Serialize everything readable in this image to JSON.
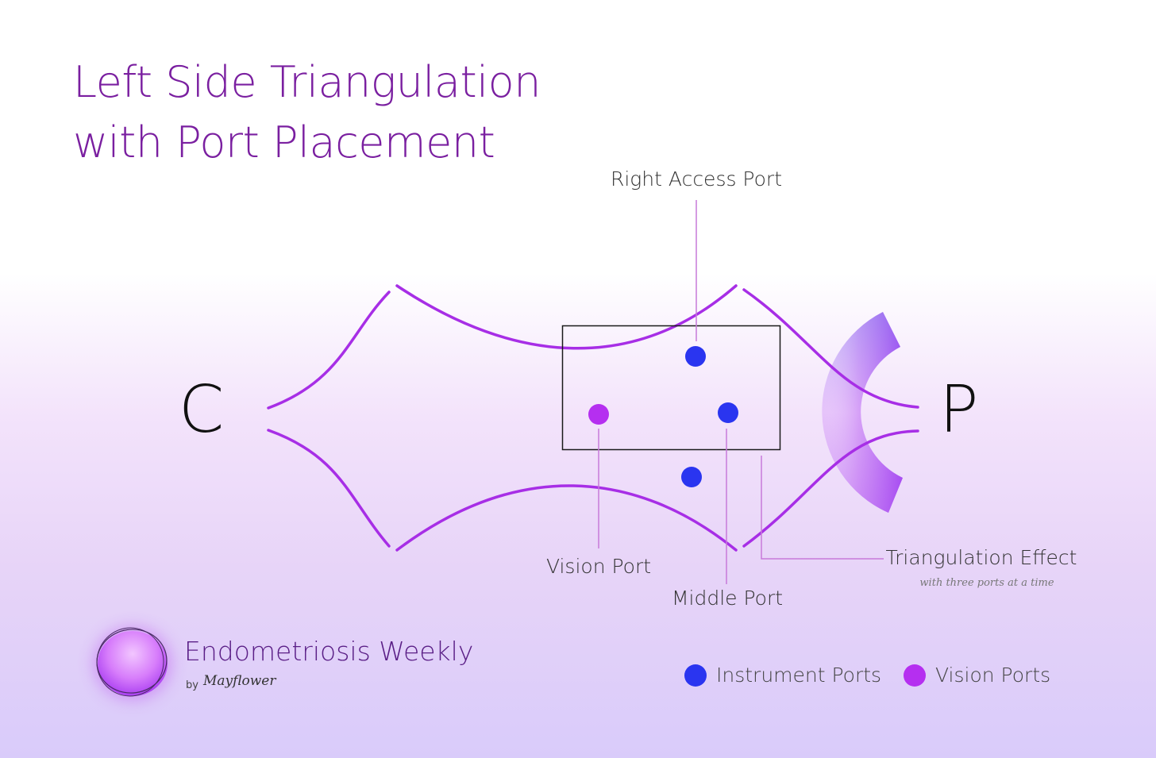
{
  "title": {
    "line1": "Left Side Triangulation",
    "line2": "with Port Placement"
  },
  "ends": {
    "left": "C",
    "right": "P"
  },
  "labels": {
    "right_access_port": "Right Access Port",
    "vision_port": "Vision Port",
    "middle_port": "Middle Port",
    "triangulation_effect": "Triangulation Effect",
    "triangulation_note": "with three ports at a time"
  },
  "brand": {
    "name": "Endometriosis Weekly",
    "by": "by",
    "partner": "Mayflower"
  },
  "legend": [
    {
      "label": "Instrument Ports",
      "color": "#2a35f0"
    },
    {
      "label": "Vision Ports",
      "color": "#b52ff0"
    }
  ],
  "colors": {
    "title": "#7a1fa0",
    "curves": "#a72ee6",
    "instrument_port": "#2a35f0",
    "vision_port": "#b52ff0",
    "callout_line": "#c77ad9"
  }
}
